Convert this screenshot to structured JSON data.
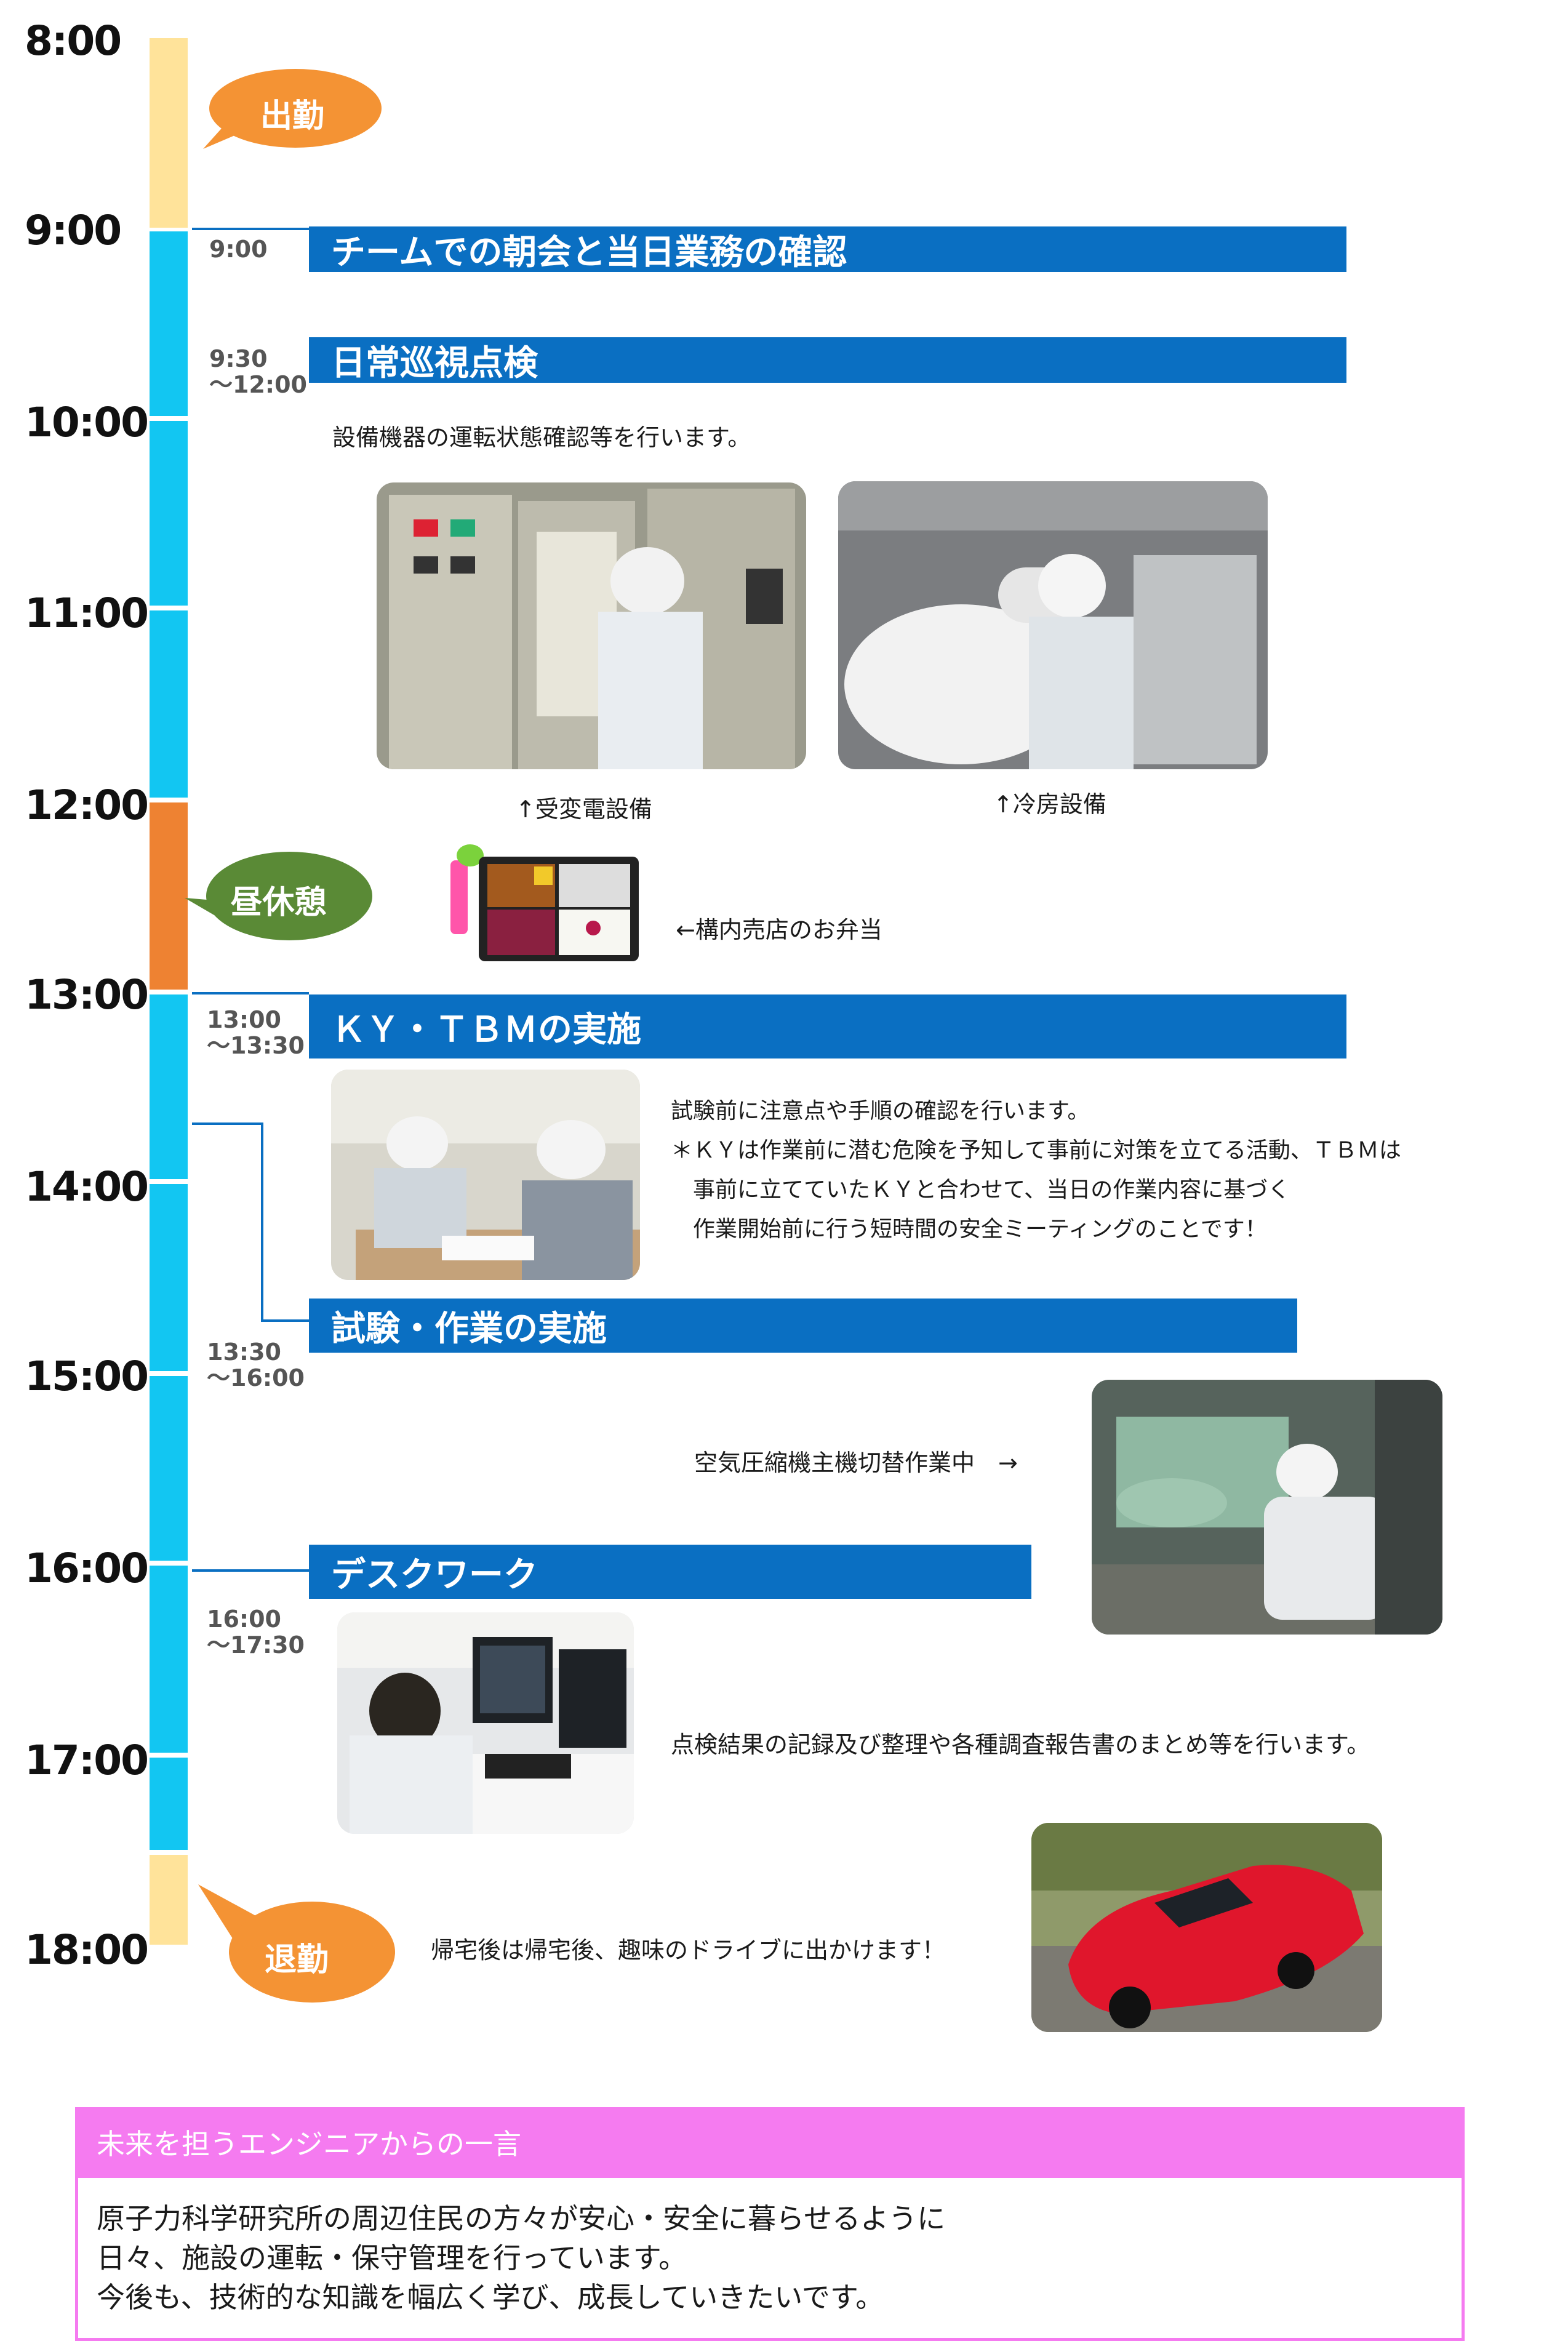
{
  "hours": [
    "8:00",
    "9:00",
    "10:00",
    "11:00",
    "12:00",
    "13:00",
    "14:00",
    "15:00",
    "16:00",
    "17:00",
    "18:00"
  ],
  "bubbles": {
    "arrive": "出勤",
    "lunch": "昼休憩",
    "leave": "退勤"
  },
  "colors": {
    "bar_blue": "#0a6fc2",
    "timeline_cyan": "#12c6f2",
    "timeline_cream": "#ffe39a",
    "timeline_orange": "#ee8232",
    "bubble_orange": "#f49334",
    "bubble_green": "#5a8a36",
    "box_pink": "#f57bf0"
  },
  "schedule": [
    {
      "time": "9:00",
      "title": "チームでの朝会と当日業務の確認"
    },
    {
      "time": "9:30\n～12:00",
      "title": "日常巡視点検",
      "desc": "設備機器の運転状態確認等を行います。"
    },
    {
      "time": "13:00\n～13:30",
      "title": "ＫＹ・ＴＢＭの実施"
    },
    {
      "time": "13:30\n～16:00",
      "title": "試験・作業の実施"
    },
    {
      "time": "16:00\n～17:30",
      "title": "デスクワーク"
    }
  ],
  "captions": {
    "substation": "↑受変電設備",
    "cooling": "↑冷房設備",
    "bento": "←構内売店のお弁当",
    "compressor": "空気圧縮機主機切替作業中　→",
    "desk": "点検結果の記録及び整理や各種調査報告書のまとめ等を行います。",
    "drive": "帰宅後は帰宅後、趣味のドライブに出かけます！"
  },
  "ky_lines": [
    "試験前に注意点や手順の確認を行います。",
    "＊ＫＹは作業前に潜む危険を予知して事前に対策を立てる活動、ＴＢＭは",
    "事前に立てていたＫＹと合わせて、当日の作業内容に基づく",
    "作業開始前に行う短時間の安全ミーティングのことです！"
  ],
  "message": {
    "title": "未来を担うエンジニアからの一言",
    "lines": [
      "原子力科学研究所の周辺住民の方々が安心・安全に暮らせるように",
      "日々、施設の運転・保守管理を行っています。",
      "今後も、技術的な知識を幅広く学び、成長していきたいです。"
    ]
  }
}
